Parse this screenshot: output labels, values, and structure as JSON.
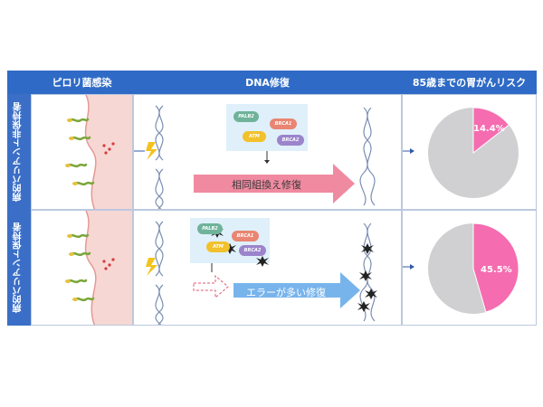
{
  "headers": {
    "infection": "ピロリ菌感染",
    "dna_repair": "DNA修復",
    "risk": "85歳までの胃がんリスク"
  },
  "rows": [
    {
      "side_label": "病的バリアント非保持者",
      "repair_label": "相同組換え修復",
      "proteins": [
        "PALB2",
        "BRCA1",
        "ATM",
        "BRCA2"
      ],
      "risk_label": "14.4%",
      "risk_value": 14.4
    },
    {
      "side_label": "病的バリアント保持者",
      "repair_label": "エラーが多い修復",
      "proteins": [
        "PALB2",
        "BRCA1",
        "ATM",
        "BRCA2"
      ],
      "risk_label": "45.5%",
      "risk_value": 45.5
    }
  ],
  "colors": {
    "header_blue": "#2f6bc6",
    "pie_pink": "#f56cb0",
    "pie_gray": "#d0d0d2",
    "repair_arrow": "#f08aa0",
    "error_arrow": "#78b4ec"
  }
}
